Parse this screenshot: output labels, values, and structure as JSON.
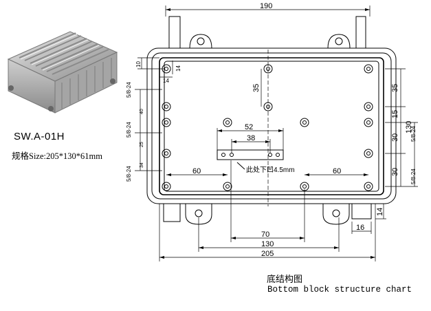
{
  "product": {
    "model": "SW.A-01H",
    "size": "规格Size:205*130*61mm"
  },
  "caption": {
    "cn": "底结构图",
    "en": "Bottom block structure chart"
  },
  "dimensions": {
    "top_width": "190",
    "bottom_width": "205",
    "hole_span_130": "130",
    "hole_span_70": "70",
    "left_60": "60",
    "right_60": "60",
    "center_52": "52",
    "center_38": "38",
    "vertical_35_mid": "35",
    "right_35": "35",
    "right_15": "15",
    "right_30_a": "30",
    "right_30_b": "30",
    "right_130": "130",
    "top_left_10": "10",
    "top_left_14_v": "14",
    "top_left_14_h": "14",
    "tab_16": "16",
    "tab_14": "14",
    "left_thread_1": "5/8-24",
    "left_thread_2": "5/8-24",
    "left_thread_3": "5/8-24",
    "left_40": "40",
    "left_25": "25",
    "left_34": "34",
    "right_thread_1": "5/8-24",
    "right_thread_2": "5/8-24",
    "annotation_recess": "此处下凹4.5mm"
  }
}
